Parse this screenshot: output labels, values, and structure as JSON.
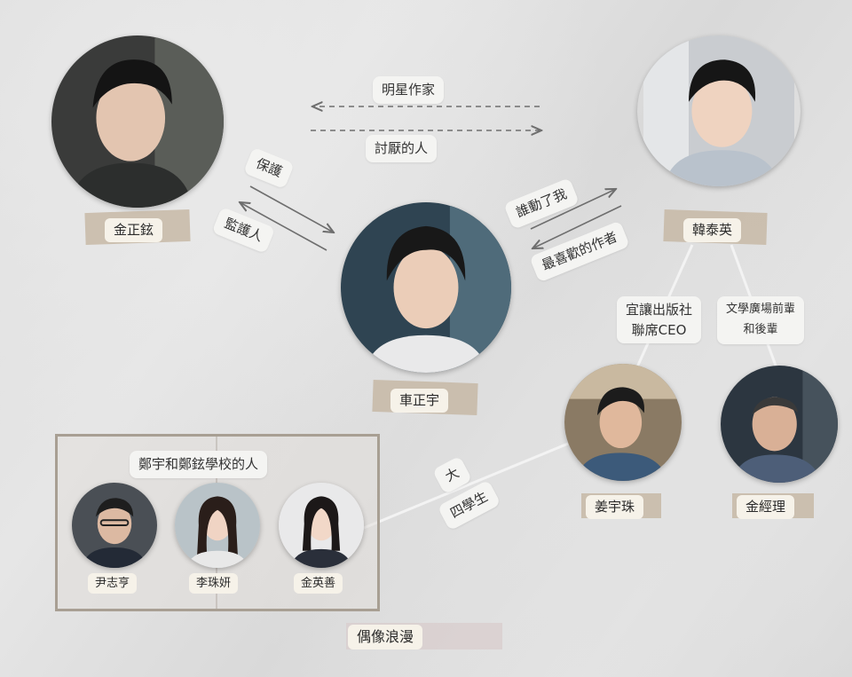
{
  "people": {
    "kim_jung_hyun": "金正鉉",
    "han_tae_young": "韓泰英",
    "cha_jung_woo": "車正宇",
    "kang_woo_ju": "姜宇珠",
    "kim_manager": "金經理",
    "yoon_ji_hyung": "尹志亨",
    "lee_ju_yeon": "李珠妍",
    "kim_young_sun": "金英善"
  },
  "relations": {
    "star_writer": "明星作家",
    "hated_person": "討厭的人",
    "protect": "保護",
    "guardian": "監護人",
    "moved_me": "誰動了我",
    "favorite_author": "最喜歡的作者",
    "publisher_line1": "宜讓出版社",
    "publisher_line2": "聯席CEO",
    "senior_line1": "文學廣場前輩",
    "senior_line2": "和後輩",
    "uni_line1": "大",
    "uni_line2": "四學生"
  },
  "group_title": "鄭宇和鄭鉉學校的人",
  "footer": "偶像浪漫",
  "colors": {
    "label_bg": "#f6f2e9",
    "tape": "#c7b8a6",
    "line": "#7a7a7a",
    "link": "#f3f3f3"
  }
}
